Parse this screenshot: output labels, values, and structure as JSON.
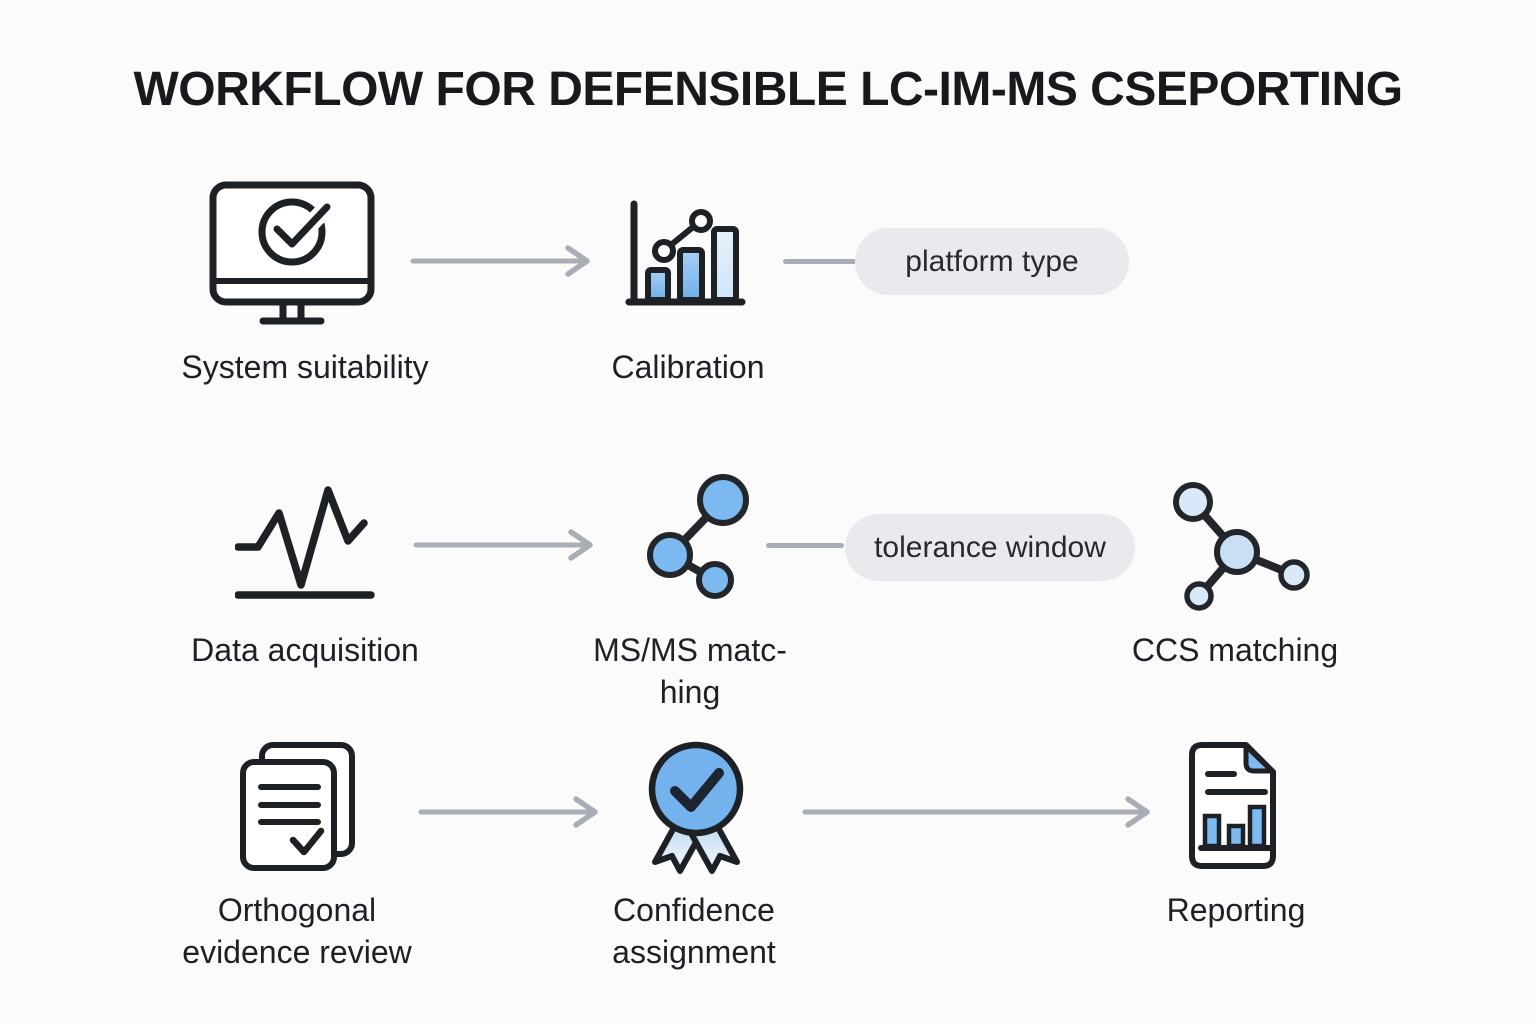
{
  "title": "WORKFLOW FOR DEFENSIBLE LC-IM-MS CSEPORTING",
  "colors": {
    "background": "#fbfbfc",
    "outline_dark": "#1d2025",
    "blue_medium": "#7cb9f0",
    "blue_light": "#d8eaf9",
    "arrow_gray": "#a9aeb6",
    "pill_background": "#e8eaee",
    "text": "#1d2025"
  },
  "nodes": {
    "system_suitability": {
      "label": "System suitability",
      "icon": "monitor-check-icon"
    },
    "calibration": {
      "label": "Calibration",
      "icon": "bar-chart-trend-icon"
    },
    "data_acquisition": {
      "label": "Data acquisition",
      "icon": "waveform-icon"
    },
    "msms_matching": {
      "lines": [
        "MS/MS matc-",
        "hing"
      ],
      "icon": "molecule-blue-icon"
    },
    "ccs_matching": {
      "label": "CCS matching",
      "icon": "molecule-light-icon"
    },
    "orthogonal_evidence_review": {
      "lines": [
        "Orthogonal",
        "evidence review"
      ],
      "icon": "documents-check-icon"
    },
    "confidence_assignment": {
      "lines": [
        "Confidence",
        "assignment"
      ],
      "icon": "medal-check-icon"
    },
    "reporting": {
      "label": "Reporting",
      "icon": "report-document-icon"
    }
  },
  "tags": {
    "platform_type": {
      "label": "platform type"
    },
    "tolerance_window": {
      "label": "tolerance window"
    }
  }
}
